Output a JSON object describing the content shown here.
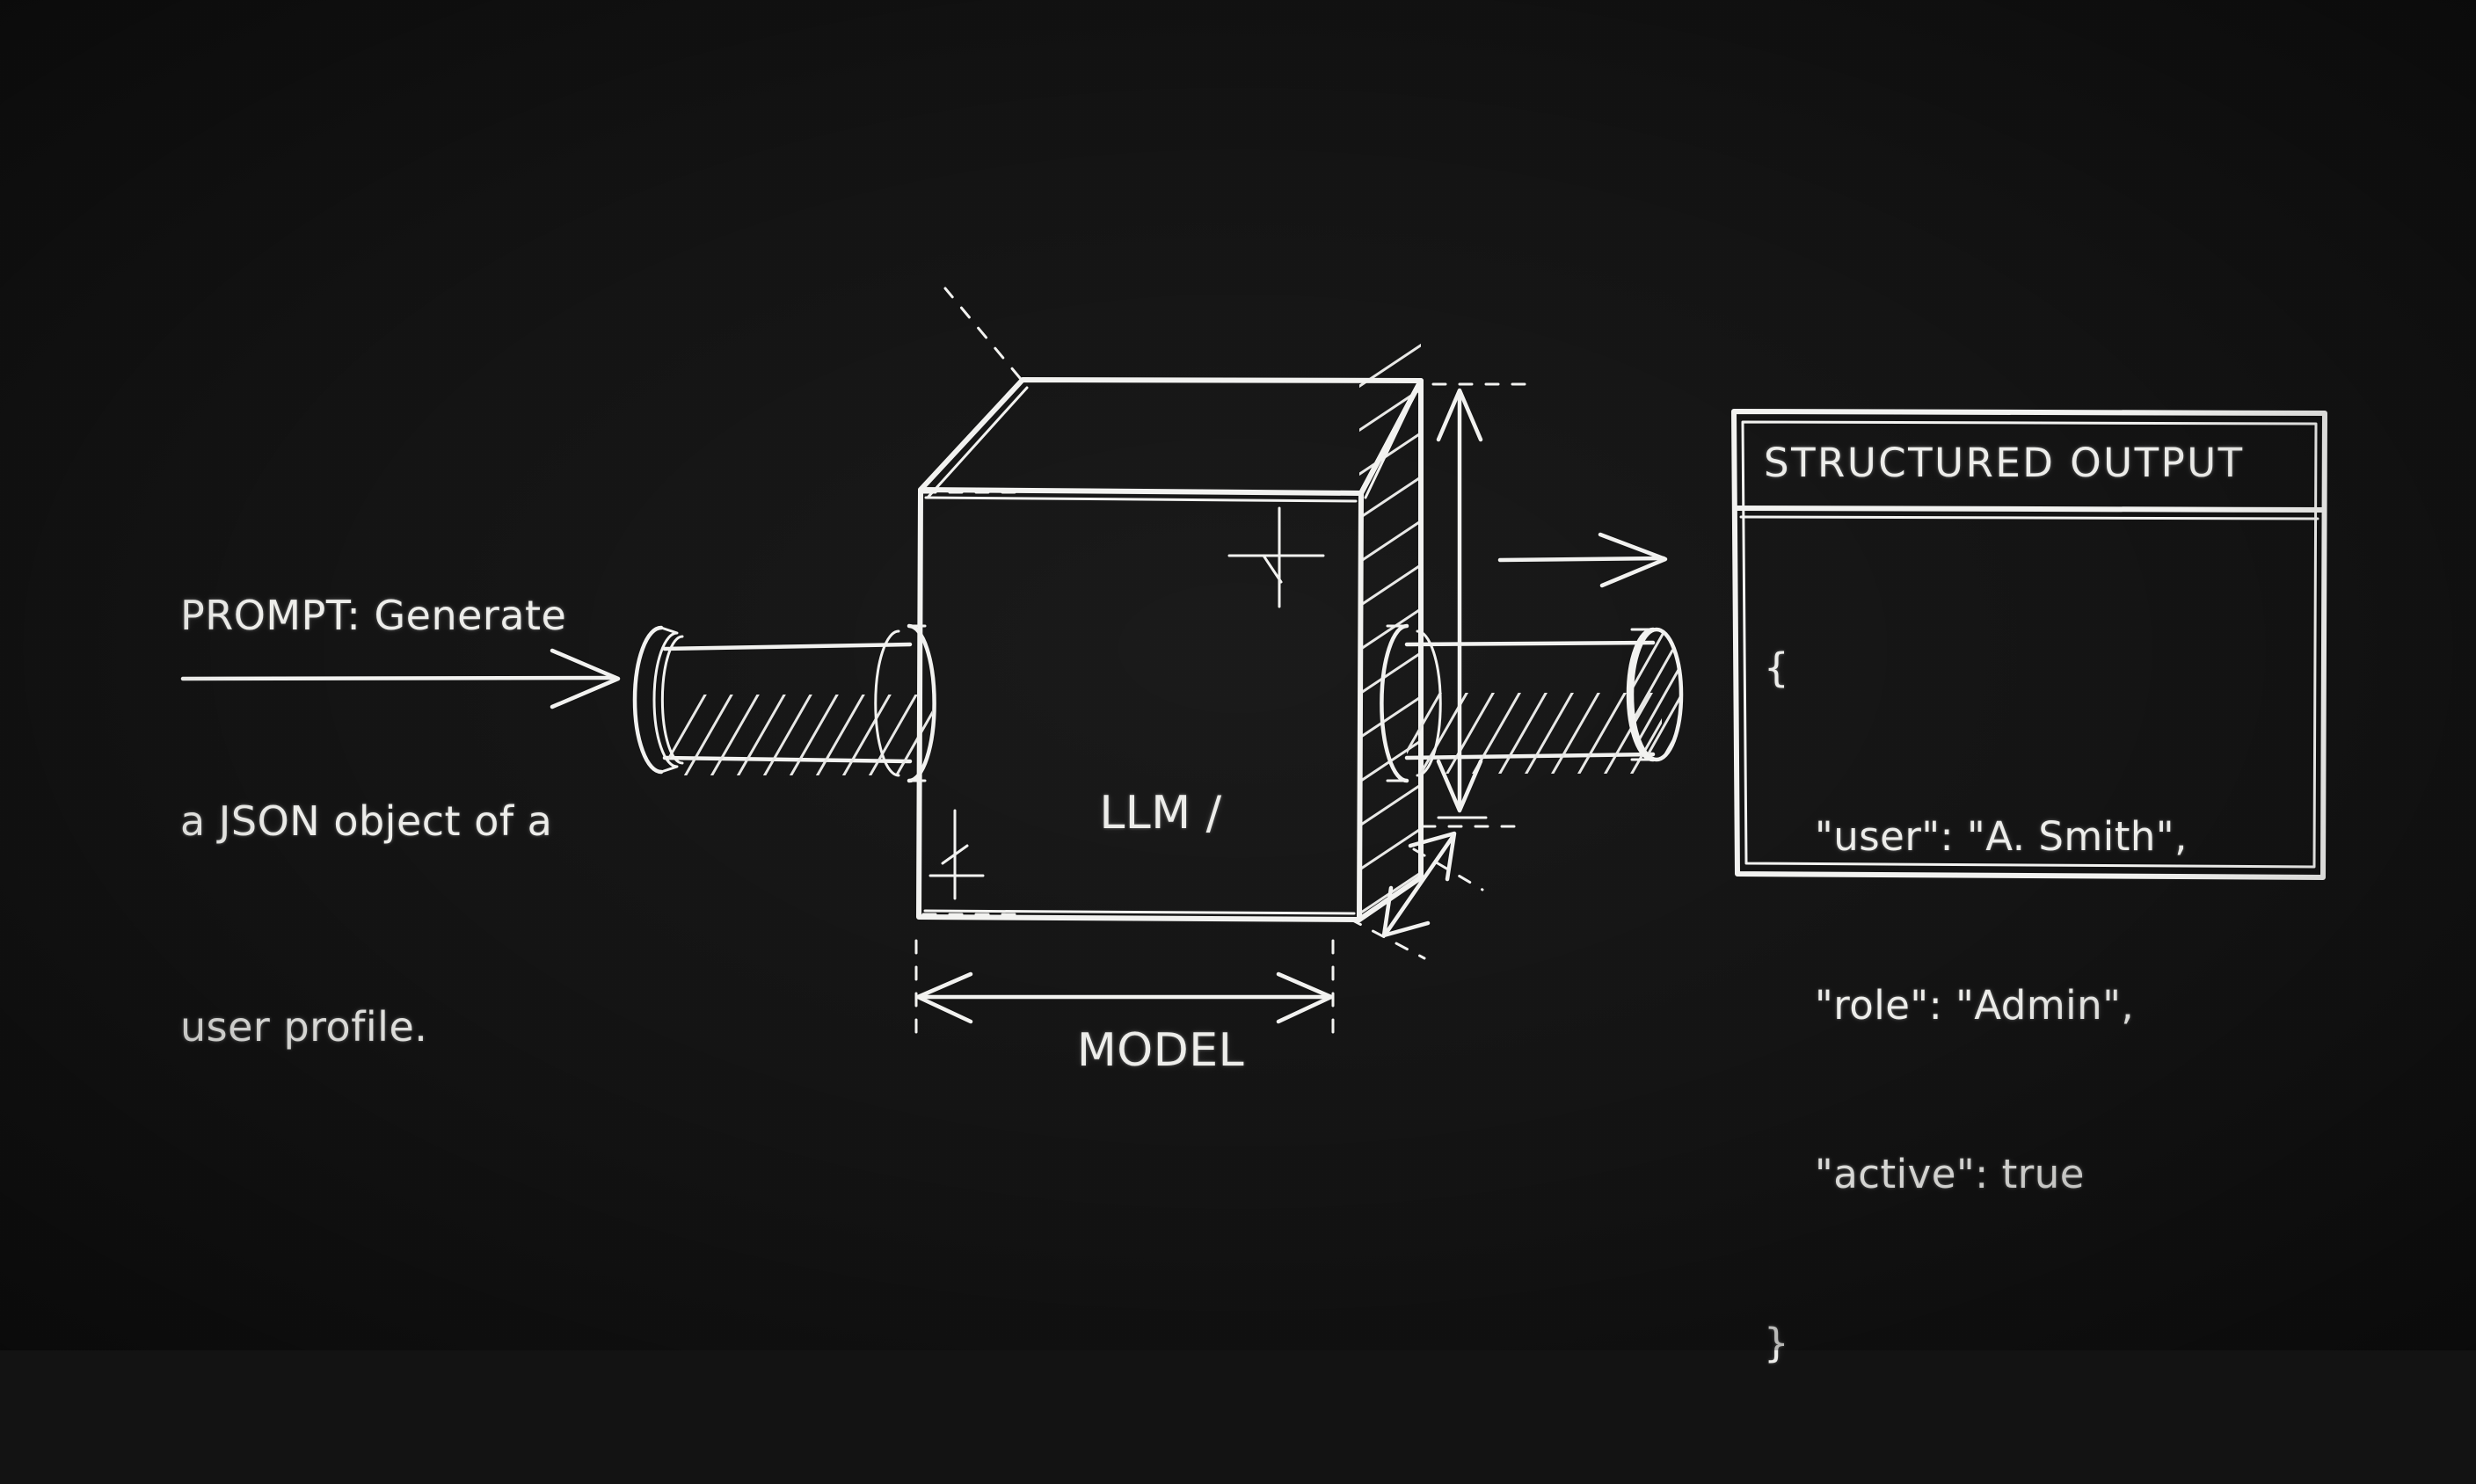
{
  "canvas": {
    "background_color": "#131313",
    "chalk_color": "#f2f2f0",
    "style": "hand-drawn chalk engineering sketch"
  },
  "prompt": {
    "name": "prompt-annotation",
    "lines": [
      "PROMPT: Generate",
      "a JSON object of a",
      "user profile."
    ],
    "full_text": "PROMPT: Generate a JSON object of a user profile."
  },
  "machine": {
    "name": "llm-model-block",
    "label_lines": [
      "LLM /",
      "MODEL"
    ],
    "label": "LLM / MODEL",
    "input_shaft_name": "input-shaft",
    "output_shaft_name": "output-shaft",
    "hatched_face": "right-side-face"
  },
  "arrows": {
    "input_arrow": "prompt-input-arrow",
    "output_arrow": "structured-output-arrow",
    "vertical_dimension": "height-dimension-arrow",
    "horizontal_dimension": "width-dimension-arrow",
    "diagonal_dimension": "depth-dimension-arrow"
  },
  "output_panel": {
    "name": "structured-output-panel",
    "title": "STRUCTURED OUTPUT",
    "json_lines": [
      "{",
      "\"user\": \"A. Smith\",",
      "\"role\": \"Admin\",",
      "\"active\": true",
      "}"
    ],
    "fields": [
      {
        "key": "user",
        "value": "A. Smith"
      },
      {
        "key": "role",
        "value": "Admin"
      },
      {
        "key": "active",
        "value": "true"
      }
    ],
    "open_brace": "{",
    "close_brace": "}",
    "line_user": "\"user\": \"A. Smith\",",
    "line_role": "\"role\": \"Admin\",",
    "line_active": "\"active\": true"
  }
}
